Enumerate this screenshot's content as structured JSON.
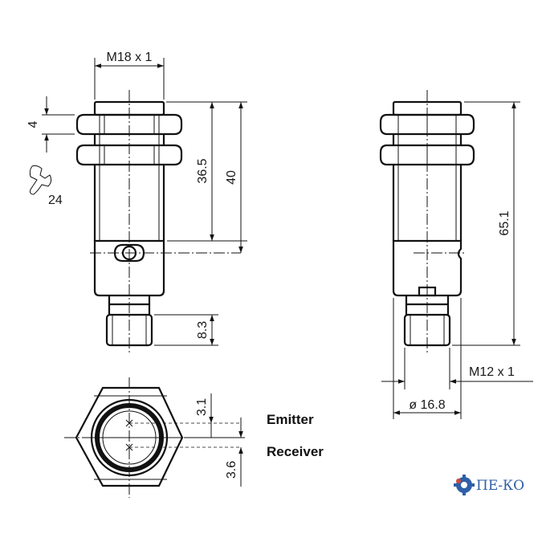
{
  "drawing": {
    "front_view": {
      "thread": "M18 x 1",
      "nut_thickness": "4",
      "wrench_size": "24",
      "dim_to_window": "36.5",
      "dim_overall": "40",
      "connector_length": "8.3"
    },
    "side_view": {
      "overall_length": "65.1",
      "connector_thread": "M12 x 1",
      "diameter": "ø 16.8"
    },
    "bottom_view": {
      "emitter_offset": "3.1",
      "receiver_offset": "3.6",
      "emitter_label": "Emitter",
      "receiver_label": "Receiver"
    },
    "logo": {
      "text": "ПЕ-КО",
      "icon": "gear-logo-icon"
    }
  }
}
